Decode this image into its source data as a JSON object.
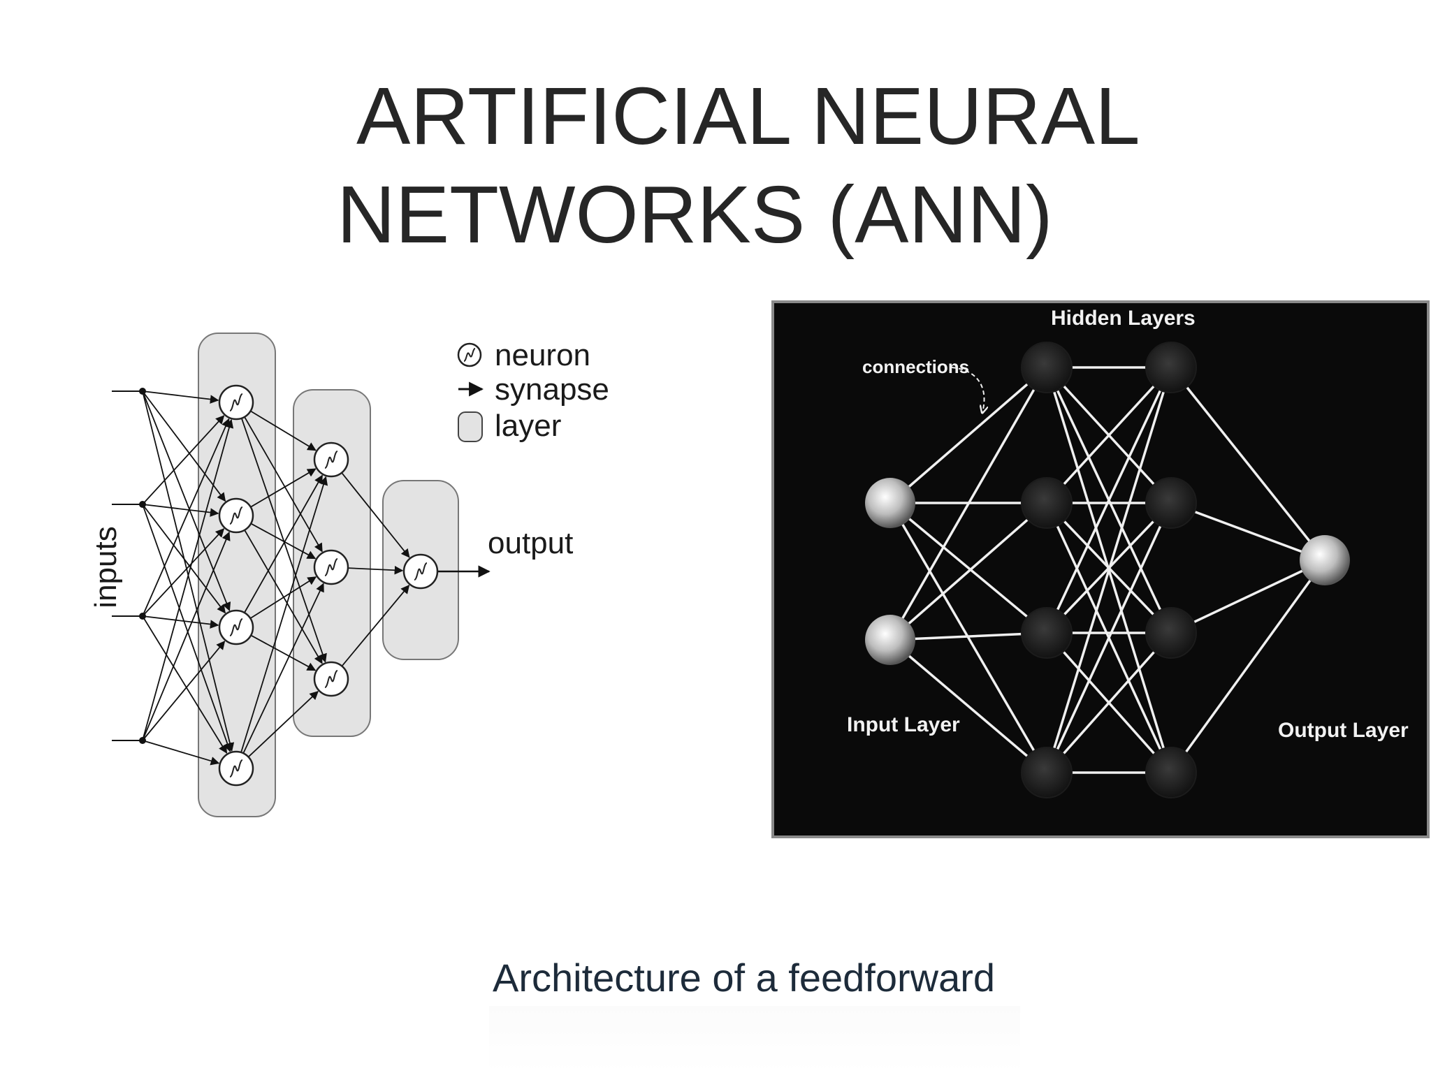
{
  "slide": {
    "title_line1": "ARTIFICIAL NEURAL",
    "title_line2": "NETWORKS (ANN)",
    "caption": "Architecture of a feedforward"
  },
  "left_diagram": {
    "legend": {
      "neuron": "neuron",
      "synapse": "synapse",
      "layer": "layer"
    },
    "inputs_label": "inputs",
    "output_label": "output",
    "layers": [
      4,
      3,
      1
    ]
  },
  "right_diagram": {
    "title": "Hidden Layers",
    "connections_label": "connections",
    "input_layer_label": "Input Layer",
    "output_layer_label": "Output Layer",
    "layers": [
      2,
      4,
      4,
      1
    ]
  },
  "colors": {
    "title": "#262626",
    "caption": "#1d2b3a",
    "panel_bg": "#0a0a0a",
    "layer_fill": "#e3e3e3"
  }
}
